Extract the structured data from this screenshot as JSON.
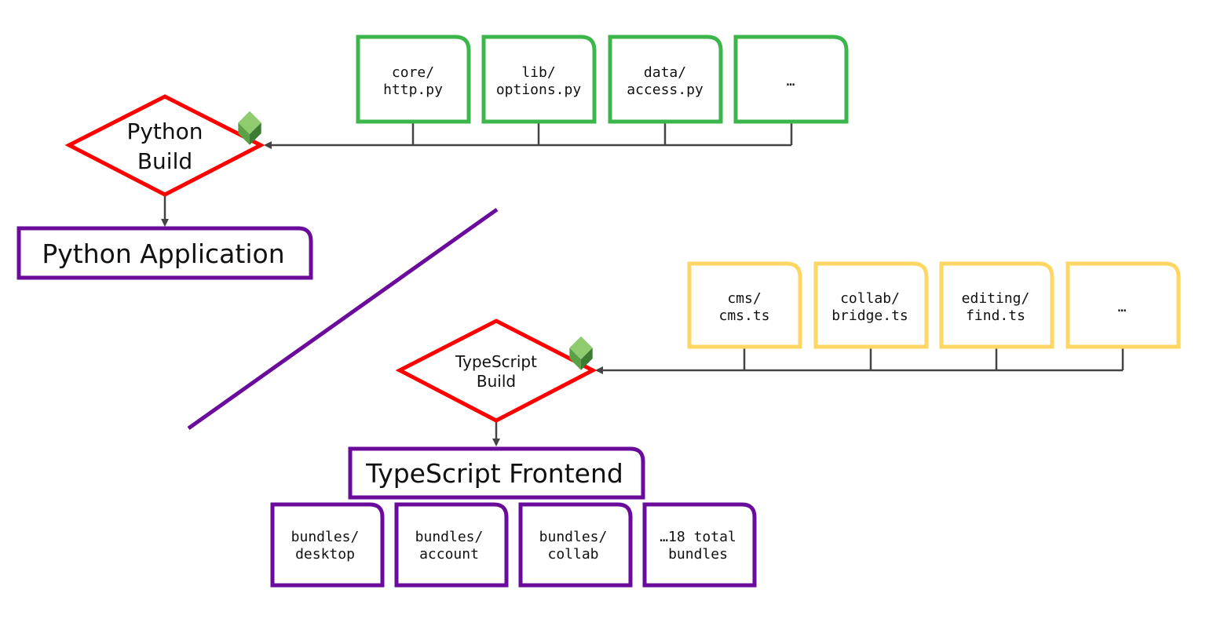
{
  "python": {
    "sources": [
      {
        "line1": "core/",
        "line2": "http.py"
      },
      {
        "line1": "lib/",
        "line2": "options.py"
      },
      {
        "line1": "data/",
        "line2": "access.py"
      },
      {
        "line1": "…",
        "line2": ""
      }
    ],
    "build": {
      "line1": "Python",
      "line2": "Build"
    },
    "output": "Python Application"
  },
  "typescript": {
    "sources": [
      {
        "line1": "cms/",
        "line2": "cms.ts"
      },
      {
        "line1": "collab/",
        "line2": "bridge.ts"
      },
      {
        "line1": "editing/",
        "line2": "find.ts"
      },
      {
        "line1": "…",
        "line2": ""
      }
    ],
    "build": {
      "line1": "TypeScript",
      "line2": "Build"
    },
    "output": "TypeScript Frontend",
    "bundles": [
      {
        "line1": "bundles/",
        "line2": "desktop"
      },
      {
        "line1": "bundles/",
        "line2": "account"
      },
      {
        "line1": "bundles/",
        "line2": "collab"
      },
      {
        "line1": "…18 total",
        "line2": "bundles"
      }
    ]
  },
  "colors": {
    "python_sources": "#3cb54a",
    "typescript_sources": "#fdd663",
    "outputs": "#6a0b9c",
    "build": "#ff0000",
    "bazel_logo": "#5aa047"
  },
  "icons": {
    "build_tool": "bazel-logo-icon"
  }
}
